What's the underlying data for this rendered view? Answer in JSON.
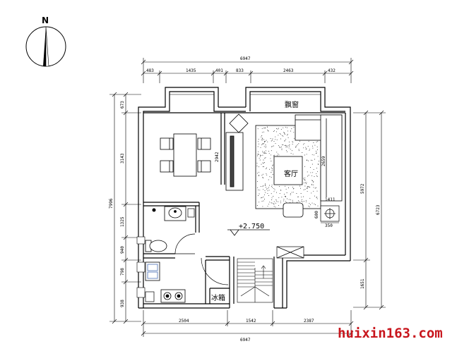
{
  "compass": {
    "north_label": "N"
  },
  "dimensions": {
    "top_total": "6947",
    "top_segments": [
      "483",
      "1435",
      "401",
      "833",
      "2463",
      "432"
    ],
    "left_total": "7996",
    "left_segments": [
      "673",
      "3143",
      "1325",
      "940",
      "798",
      "938"
    ],
    "right_segments": [
      "5972",
      "1651"
    ],
    "right_total": "6723",
    "bottom_segments": [
      "2504",
      "1542",
      "2387"
    ],
    "bottom_total": "6947",
    "interior": [
      "2942",
      "2659",
      "1411",
      "600",
      "350"
    ]
  },
  "rooms": {
    "living_room": "客厅",
    "bay_window": "飘窗",
    "fridge": "冰箱"
  },
  "elevation": "+2.750",
  "watermark": "huixin163.com"
}
